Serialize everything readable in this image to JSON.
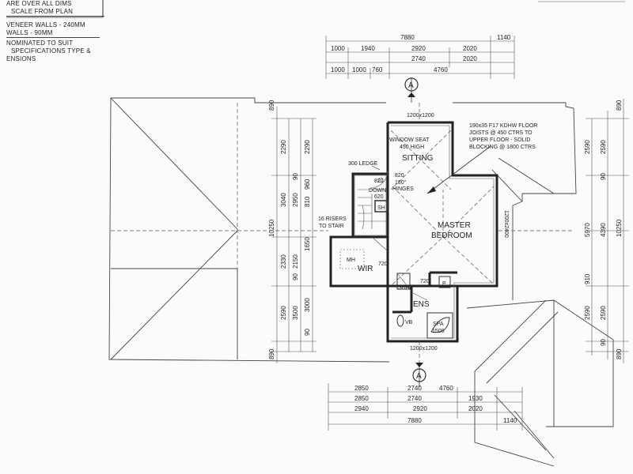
{
  "notes": [
    "ARE OVER ALL DIMS",
    "SCALE FROM PLAN",
    "VENEER WALLS - 240MM",
    "WALLS - 90MM",
    "NOMINATED TO SUIT",
    "SPECIFICATIONS TYPE &",
    "ENSIONS"
  ],
  "section_marker": "A",
  "rooms": {
    "sitting": "SITTING",
    "window_seat_1": "WINDOW SEAT",
    "window_seat_2": "450 HIGH",
    "master_1": "MASTER",
    "master_2": "BEDROOM",
    "wir": "WIR",
    "ens": "ENS",
    "mh": "MH",
    "sh": "SH",
    "shr": "SHR",
    "p": "P",
    "vb": "VB",
    "spa_1": "SPA",
    "spa_2": "1500"
  },
  "annotations": {
    "ledge": "300 LEDGE",
    "down": "DOWN",
    "risers_1": "16 RISERS",
    "risers_2": "TO STAIR",
    "door_820_1": "820",
    "door_820_2": "180°",
    "door_820_3": "HINGES",
    "joist_1": "190x35 F17 KDHW FLOOR",
    "joist_2": "JOISTS @ 450 CTRS TO",
    "joist_3": "UPPER FLOOR - SOLID",
    "joist_4": "BLOCKING @ 1800 CTRS",
    "window_top": "1200x1200",
    "window_bottom": "1200x1200",
    "window_side": "1200x2400",
    "w720a": "720",
    "w720b": "720",
    "d820": "820",
    "d620": "620"
  },
  "dims_top": {
    "r1": [
      "7880",
      "1140"
    ],
    "r2": [
      "1000",
      "1940",
      "2920",
      "2020"
    ],
    "r3": [
      "2740",
      "2020"
    ],
    "r4": [
      "1000",
      "1000",
      "760",
      "4760"
    ]
  },
  "dims_bottom": {
    "r1": [
      "2850",
      "2740",
      "4760"
    ],
    "r2": [
      "2850",
      "2740",
      "1930"
    ],
    "r3": [
      "2940",
      "2920",
      "2020"
    ],
    "r4": [
      "7880",
      "1140"
    ]
  },
  "dims_left": [
    "890",
    "2290",
    "3040",
    "2950",
    "960",
    "810",
    "1650",
    "10250",
    "2330",
    "2150",
    "90",
    "3000",
    "2590",
    "3500",
    "90",
    "890",
    "2290",
    "90"
  ],
  "dims_right": [
    "890",
    "2590",
    "2590",
    "90",
    "10250",
    "4390",
    "5970",
    "910",
    "2590",
    "2590",
    "90",
    "890"
  ]
}
